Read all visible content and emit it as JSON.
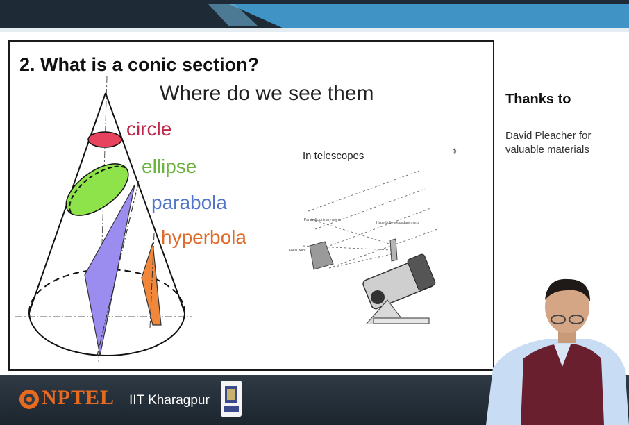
{
  "slide": {
    "title": "2. What is a conic section?",
    "subtitle": "Where do we see them",
    "conics": {
      "circle": "circle",
      "ellipse": "ellipse",
      "parabola": "parabola",
      "hyperbola": "hyperbola"
    },
    "telescope_caption": "In telescopes",
    "telescope_labels": {
      "secondary": "Hyperbolic secondary mirror",
      "primary": "Parabolic primary mirror",
      "focal": "Focal point"
    }
  },
  "side_panel": {
    "heading": "Thanks to",
    "body": "David Pleacher for valuable materials"
  },
  "footer": {
    "logo_text": "NPTEL",
    "institute": "IIT Kharagpur"
  },
  "colors": {
    "circle": "#e8435e",
    "ellipse": "#8ee24a",
    "parabola": "#9b8cf0",
    "hyperbola": "#f0873a",
    "band_dark": "#1e2a35",
    "band_accent": "#3f93c5"
  }
}
